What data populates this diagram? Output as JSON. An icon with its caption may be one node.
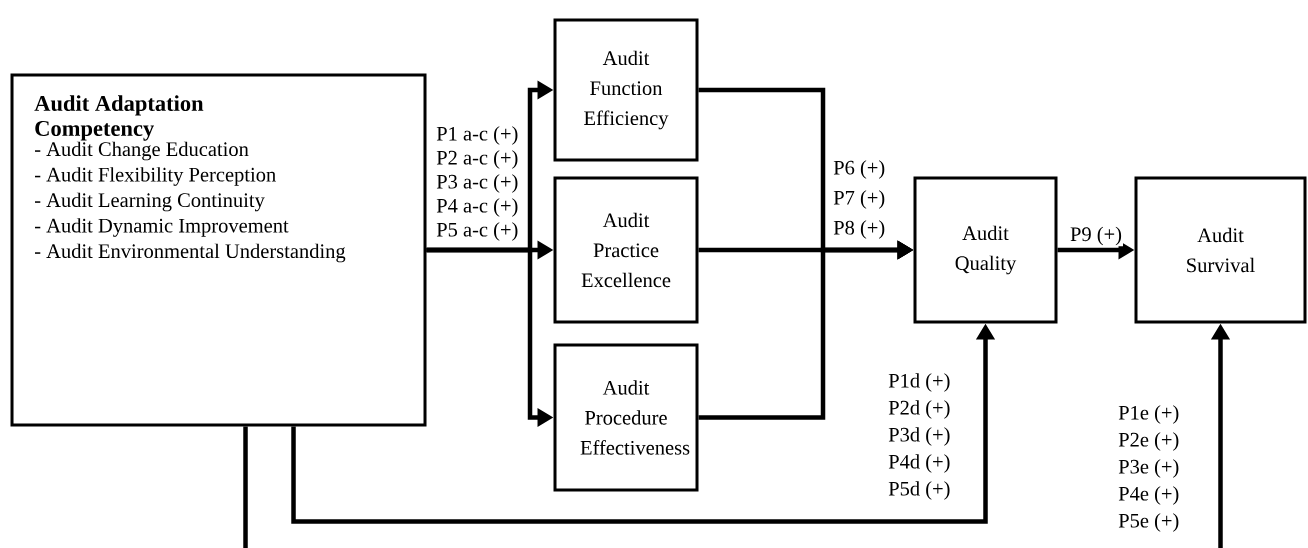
{
  "diagram": {
    "nodes": [
      {
        "text": [
          "Audit Adaptation Competency",
          "- Audit Change Education",
          "- Audit Flexibility Perception",
          "- Audit Learning Continuity",
          "- Audit Dynamic Improvement",
          "- Audit Environmental Understanding"
        ]
      },
      {
        "text": [
          "Audit Function Efficiency"
        ]
      },
      {
        "text": [
          "Audit Practice Excellence"
        ]
      },
      {
        "text": [
          "Audit Procedure Effectiveness"
        ]
      },
      {
        "text": [
          "Audit Quality"
        ]
      },
      {
        "text": [
          "Audit Survival"
        ]
      }
    ],
    "edges": [
      {
        "from": 0,
        "to": 1,
        "arrow": "to"
      },
      {
        "from": 0,
        "to": 2,
        "arrow": "to"
      },
      {
        "from": 0,
        "to": 3,
        "arrow": "to"
      },
      {
        "from": 1,
        "to": 4,
        "arrow": "to"
      },
      {
        "from": 2,
        "to": 4,
        "arrow": "to"
      },
      {
        "from": 3,
        "to": 4,
        "arrow": "to"
      },
      {
        "from": 4,
        "to": 5,
        "arrow": "to",
        "label": "P9 (+)"
      },
      {
        "from": 0,
        "to": 4,
        "arrow": "to"
      },
      {
        "from": 0,
        "to": 5,
        "arrow": "to"
      }
    ],
    "labels": [
      "P1 a-c (+)",
      "P2 a-c (+)",
      "P3 a-c (+)",
      "P4 a-c (+)",
      "P5 a-c (+)",
      "P6 (+)",
      "P7 (+)",
      "P8 (+)",
      "P1d (+)",
      "P2d (+)",
      "P3d (+)",
      "P4d (+)",
      "P5d (+)",
      "P1e (+)",
      "P2e (+)",
      "P3e (+)",
      "P4e (+)",
      "P5e (+)"
    ]
  }
}
